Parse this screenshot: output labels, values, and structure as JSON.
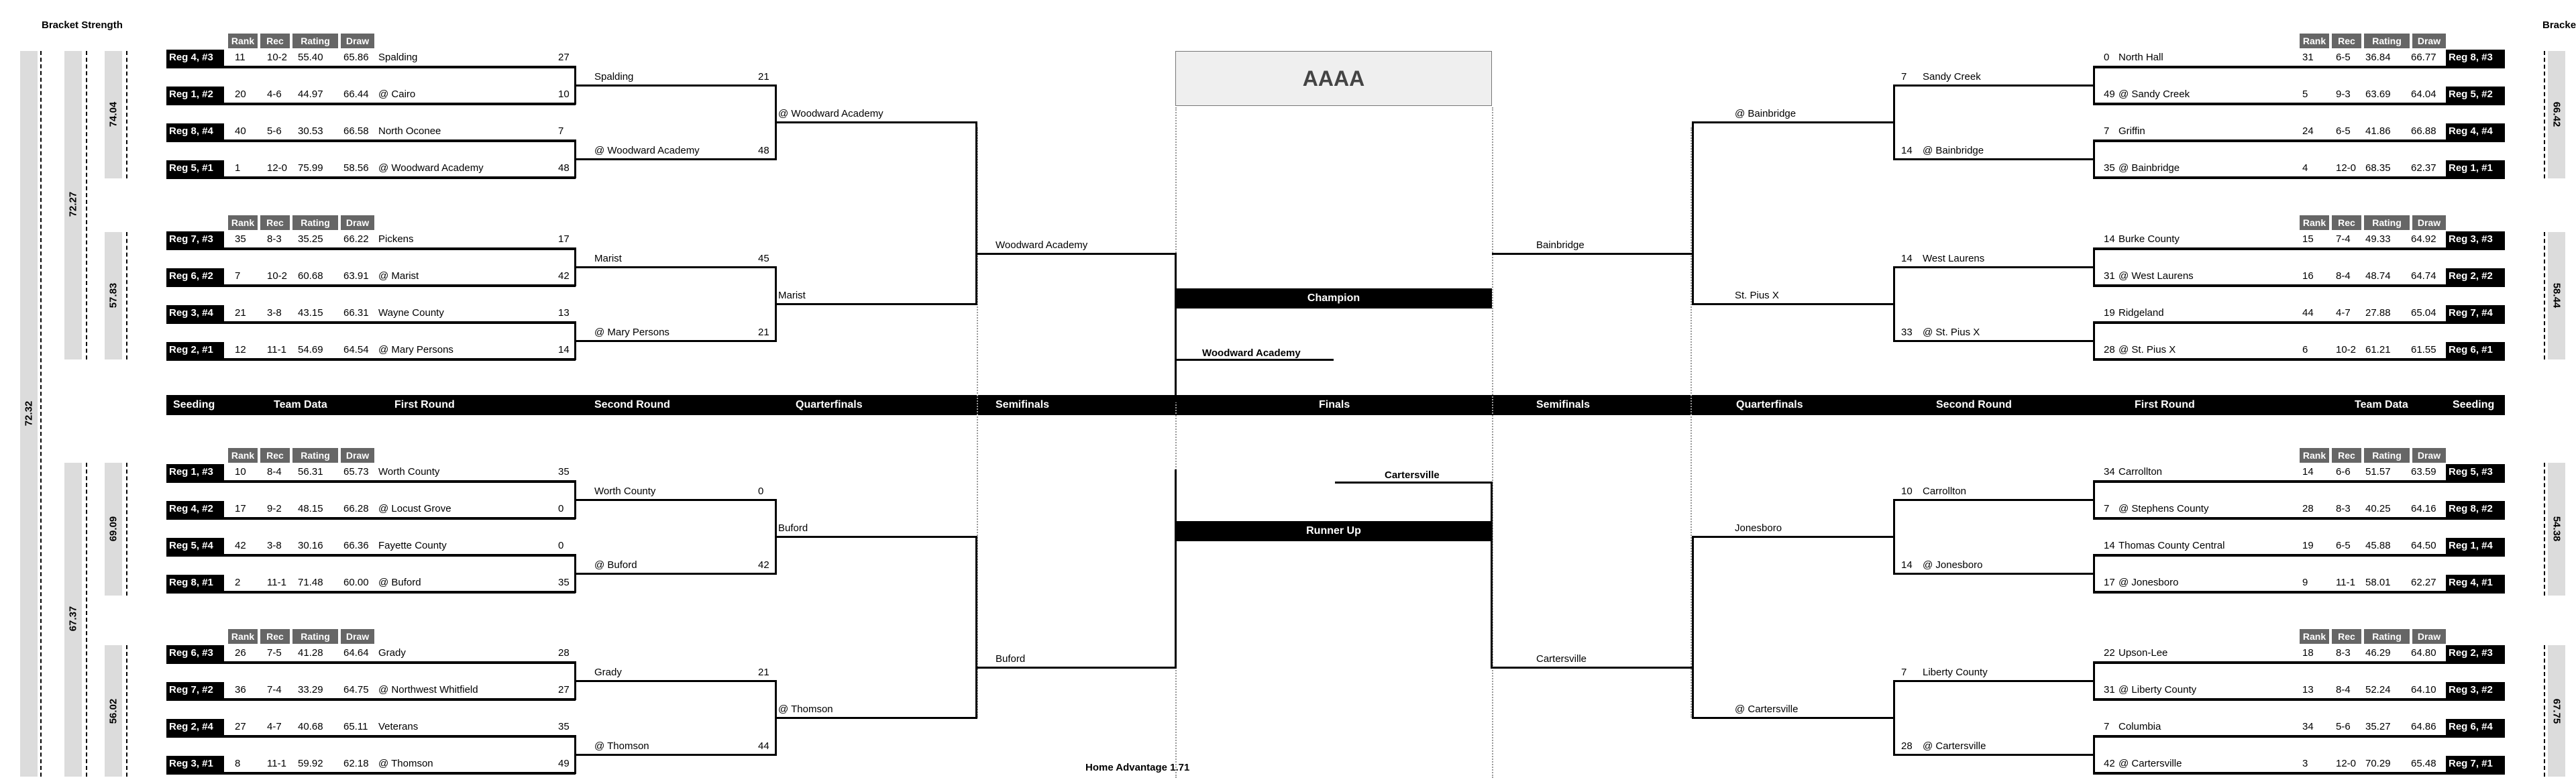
{
  "title_left": "Bracket Strength",
  "title_right": "Bracke",
  "classification": "AAAA",
  "champion_label": "Champion",
  "runner_up_label": "Runner Up",
  "champion_team": "Woodward Academy",
  "runner_up_team": "Cartersville",
  "home_advantage": "Home Advantage 1.71",
  "headers": {
    "rank": "Rank",
    "rec": "Rec",
    "rating": "Rating",
    "draw": "Draw"
  },
  "rounds_left": [
    "Seeding",
    "Team Data",
    "First Round",
    "Second Round",
    "Quarterfinals",
    "Semifinals"
  ],
  "round_center": "Finals",
  "rounds_right": [
    "Semifinals",
    "Quarterfinals",
    "Second Round",
    "First Round",
    "Team Data",
    "Seeding"
  ],
  "strength": {
    "overall_left": "72.32",
    "top_left_half": "72.27",
    "bottom_left_half": "67.37",
    "q1": "74.04",
    "q2": "57.83",
    "q3": "69.09",
    "q4": "56.02",
    "q5": "66.42",
    "q6": "58.44",
    "q7": "54.38",
    "q8": "67.75"
  },
  "left_groups": [
    {
      "teams": [
        {
          "seed": "Reg 4, #3",
          "rank": "11",
          "rec": "10-2",
          "rating": "55.40",
          "draw": "65.86",
          "name": "Spalding",
          "score": "27"
        },
        {
          "seed": "Reg 1, #2",
          "rank": "20",
          "rec": "4-6",
          "rating": "44.97",
          "draw": "66.44",
          "name": "@  Cairo",
          "score": "10"
        },
        {
          "seed": "Reg 8, #4",
          "rank": "40",
          "rec": "5-6",
          "rating": "30.53",
          "draw": "66.58",
          "name": "North Oconee",
          "score": "7"
        },
        {
          "seed": "Reg 5, #1",
          "rank": "1",
          "rec": "12-0",
          "rating": "75.99",
          "draw": "58.56",
          "name": "@  Woodward Academy",
          "score": "48"
        }
      ],
      "r2": [
        {
          "name": "Spalding",
          "score": "21"
        },
        {
          "name": "@  Woodward Academy",
          "score": "48"
        }
      ]
    },
    {
      "teams": [
        {
          "seed": "Reg 7, #3",
          "rank": "35",
          "rec": "8-3",
          "rating": "35.25",
          "draw": "66.22",
          "name": "Pickens",
          "score": "17"
        },
        {
          "seed": "Reg 6, #2",
          "rank": "7",
          "rec": "10-2",
          "rating": "60.68",
          "draw": "63.91",
          "name": "@  Marist",
          "score": "42"
        },
        {
          "seed": "Reg 3, #4",
          "rank": "21",
          "rec": "3-8",
          "rating": "43.15",
          "draw": "66.31",
          "name": "Wayne County",
          "score": "13"
        },
        {
          "seed": "Reg 2, #1",
          "rank": "12",
          "rec": "11-1",
          "rating": "54.69",
          "draw": "64.54",
          "name": "@  Mary Persons",
          "score": "14"
        }
      ],
      "r2": [
        {
          "name": "Marist",
          "score": "45"
        },
        {
          "name": "@  Mary Persons",
          "score": "21"
        }
      ]
    },
    {
      "teams": [
        {
          "seed": "Reg 1, #3",
          "rank": "10",
          "rec": "8-4",
          "rating": "56.31",
          "draw": "65.73",
          "name": "Worth County",
          "score": "35"
        },
        {
          "seed": "Reg 4, #2",
          "rank": "17",
          "rec": "9-2",
          "rating": "48.15",
          "draw": "66.28",
          "name": "@  Locust Grove",
          "score": "0"
        },
        {
          "seed": "Reg 5, #4",
          "rank": "42",
          "rec": "3-8",
          "rating": "30.16",
          "draw": "66.36",
          "name": "Fayette County",
          "score": "0"
        },
        {
          "seed": "Reg 8, #1",
          "rank": "2",
          "rec": "11-1",
          "rating": "71.48",
          "draw": "60.00",
          "name": "@  Buford",
          "score": "35"
        }
      ],
      "r2": [
        {
          "name": "Worth County",
          "score": "0"
        },
        {
          "name": "@  Buford",
          "score": "42"
        }
      ]
    },
    {
      "teams": [
        {
          "seed": "Reg 6, #3",
          "rank": "26",
          "rec": "7-5",
          "rating": "41.28",
          "draw": "64.64",
          "name": "Grady",
          "score": "28"
        },
        {
          "seed": "Reg 7, #2",
          "rank": "36",
          "rec": "7-4",
          "rating": "33.29",
          "draw": "64.75",
          "name": "@  Northwest Whitfield",
          "score": "27"
        },
        {
          "seed": "Reg 2, #4",
          "rank": "27",
          "rec": "4-7",
          "rating": "40.68",
          "draw": "65.11",
          "name": "Veterans",
          "score": "35"
        },
        {
          "seed": "Reg 3, #1",
          "rank": "8",
          "rec": "11-1",
          "rating": "59.92",
          "draw": "62.18",
          "name": "@  Thomson",
          "score": "49"
        }
      ],
      "r2": [
        {
          "name": "Grady",
          "score": "21"
        },
        {
          "name": "@  Thomson",
          "score": "44"
        }
      ]
    }
  ],
  "left_qf": [
    "@  Woodward Academy",
    "Marist",
    "Buford",
    "@  Thomson"
  ],
  "left_sf": [
    "Woodward Academy",
    "Buford"
  ],
  "right_groups": [
    {
      "teams": [
        {
          "seed": "Reg 8, #3",
          "rank": "31",
          "rec": "6-5",
          "rating": "36.84",
          "draw": "66.77",
          "name": "North Hall",
          "score": "0"
        },
        {
          "seed": "Reg 5, #2",
          "rank": "5",
          "rec": "9-3",
          "rating": "63.69",
          "draw": "64.04",
          "name": "@  Sandy Creek",
          "score": "49"
        },
        {
          "seed": "Reg 4, #4",
          "rank": "24",
          "rec": "6-5",
          "rating": "41.86",
          "draw": "66.88",
          "name": "Griffin",
          "score": "7"
        },
        {
          "seed": "Reg 1, #1",
          "rank": "4",
          "rec": "12-0",
          "rating": "68.35",
          "draw": "62.37",
          "name": "@  Bainbridge",
          "score": "35"
        }
      ],
      "r2": [
        {
          "name": "Sandy Creek",
          "score": "7"
        },
        {
          "name": "@  Bainbridge",
          "score": "14"
        }
      ]
    },
    {
      "teams": [
        {
          "seed": "Reg 3, #3",
          "rank": "15",
          "rec": "7-4",
          "rating": "49.33",
          "draw": "64.92",
          "name": "Burke County",
          "score": "14"
        },
        {
          "seed": "Reg 2, #2",
          "rank": "16",
          "rec": "8-4",
          "rating": "48.74",
          "draw": "64.74",
          "name": "@  West Laurens",
          "score": "31"
        },
        {
          "seed": "Reg 7, #4",
          "rank": "44",
          "rec": "4-7",
          "rating": "27.88",
          "draw": "65.04",
          "name": "Ridgeland",
          "score": "19"
        },
        {
          "seed": "Reg 6, #1",
          "rank": "6",
          "rec": "10-2",
          "rating": "61.21",
          "draw": "61.55",
          "name": "@  St. Pius X",
          "score": "28"
        }
      ],
      "r2": [
        {
          "name": "West Laurens",
          "score": "14"
        },
        {
          "name": "@  St. Pius X",
          "score": "33"
        }
      ]
    },
    {
      "teams": [
        {
          "seed": "Reg 5, #3",
          "rank": "14",
          "rec": "6-6",
          "rating": "51.57",
          "draw": "63.59",
          "name": "Carrollton",
          "score": "34"
        },
        {
          "seed": "Reg 8, #2",
          "rank": "28",
          "rec": "8-3",
          "rating": "40.25",
          "draw": "64.16",
          "name": "@  Stephens County",
          "score": "7"
        },
        {
          "seed": "Reg 1, #4",
          "rank": "19",
          "rec": "6-5",
          "rating": "45.88",
          "draw": "64.50",
          "name": "Thomas County Central",
          "score": "14"
        },
        {
          "seed": "Reg 4, #1",
          "rank": "9",
          "rec": "11-1",
          "rating": "58.01",
          "draw": "62.27",
          "name": "@  Jonesboro",
          "score": "17"
        }
      ],
      "r2": [
        {
          "name": "Carrollton",
          "score": "10"
        },
        {
          "name": "@  Jonesboro",
          "score": "14"
        }
      ]
    },
    {
      "teams": [
        {
          "seed": "Reg 2, #3",
          "rank": "18",
          "rec": "8-3",
          "rating": "46.29",
          "draw": "64.80",
          "name": "Upson-Lee",
          "score": "22"
        },
        {
          "seed": "Reg 3, #2",
          "rank": "13",
          "rec": "8-4",
          "rating": "52.24",
          "draw": "64.10",
          "name": "@  Liberty County",
          "score": "31"
        },
        {
          "seed": "Reg 6, #4",
          "rank": "34",
          "rec": "5-6",
          "rating": "35.27",
          "draw": "64.86",
          "name": "Columbia",
          "score": "7"
        },
        {
          "seed": "Reg 7, #1",
          "rank": "3",
          "rec": "12-0",
          "rating": "70.29",
          "draw": "65.48",
          "name": "@  Cartersville",
          "score": "42"
        }
      ],
      "r2": [
        {
          "name": "Liberty County",
          "score": "7"
        },
        {
          "name": "@  Cartersville",
          "score": "28"
        }
      ]
    }
  ],
  "right_qf": [
    "@  Bainbridge",
    "St. Pius X",
    "Jonesboro",
    "@  Cartersville"
  ],
  "right_sf": [
    "Bainbridge",
    "Cartersville"
  ]
}
